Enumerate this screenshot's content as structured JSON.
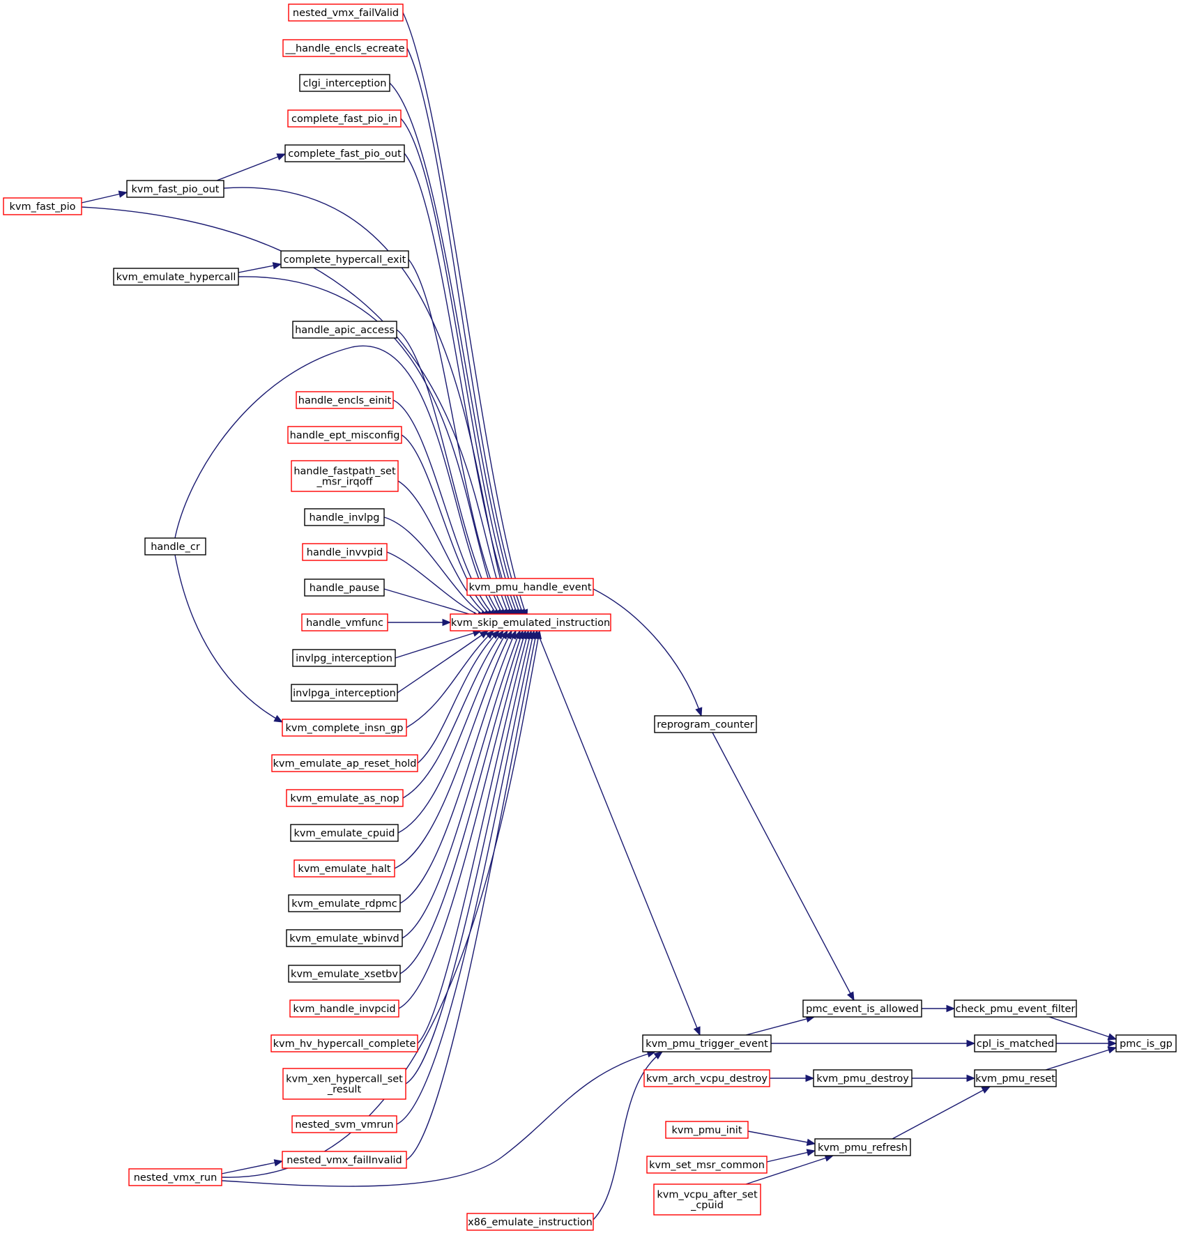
{
  "graph": {
    "title": "",
    "colors": {
      "edge": "#191970",
      "border_default": "#000000",
      "border_truncated": "#ff0000",
      "fill_focus": "#bfbfbf",
      "fill_default": "#ffffff"
    },
    "nodes": [
      {
        "id": "nested_vmx_failValid",
        "lines": [
          "nested_vmx_failValid"
        ],
        "truncated": true
      },
      {
        "id": "__handle_encls_ecreate",
        "lines": [
          "__handle_encls_ecreate"
        ],
        "truncated": true
      },
      {
        "id": "clgi_interception",
        "lines": [
          "clgi_interception"
        ],
        "truncated": false
      },
      {
        "id": "complete_fast_pio_in",
        "lines": [
          "complete_fast_pio_in"
        ],
        "truncated": true
      },
      {
        "id": "complete_fast_pio_out",
        "lines": [
          "complete_fast_pio_out"
        ],
        "truncated": false
      },
      {
        "id": "kvm_fast_pio_out",
        "lines": [
          "kvm_fast_pio_out"
        ],
        "truncated": false
      },
      {
        "id": "kvm_fast_pio",
        "lines": [
          "kvm_fast_pio"
        ],
        "truncated": true
      },
      {
        "id": "complete_hypercall_exit",
        "lines": [
          "complete_hypercall_exit"
        ],
        "truncated": false
      },
      {
        "id": "kvm_emulate_hypercall",
        "lines": [
          "kvm_emulate_hypercall"
        ],
        "truncated": false
      },
      {
        "id": "handle_apic_access",
        "lines": [
          "handle_apic_access"
        ],
        "truncated": false
      },
      {
        "id": "handle_encls_einit",
        "lines": [
          "handle_encls_einit"
        ],
        "truncated": true
      },
      {
        "id": "handle_ept_misconfig",
        "lines": [
          "handle_ept_misconfig"
        ],
        "truncated": true
      },
      {
        "id": "handle_fastpath_set_msr_irqoff",
        "lines": [
          "handle_fastpath_set",
          "_msr_irqoff"
        ],
        "truncated": true
      },
      {
        "id": "handle_invlpg",
        "lines": [
          "handle_invlpg"
        ],
        "truncated": false
      },
      {
        "id": "handle_invvpid",
        "lines": [
          "handle_invvpid"
        ],
        "truncated": true
      },
      {
        "id": "handle_pause",
        "lines": [
          "handle_pause"
        ],
        "truncated": false
      },
      {
        "id": "handle_vmfunc",
        "lines": [
          "handle_vmfunc"
        ],
        "truncated": true
      },
      {
        "id": "invlpg_interception",
        "lines": [
          "invlpg_interception"
        ],
        "truncated": false
      },
      {
        "id": "invlpga_interception",
        "lines": [
          "invlpga_interception"
        ],
        "truncated": false
      },
      {
        "id": "kvm_complete_insn_gp",
        "lines": [
          "kvm_complete_insn_gp"
        ],
        "truncated": true
      },
      {
        "id": "handle_cr",
        "lines": [
          "handle_cr"
        ],
        "truncated": false
      },
      {
        "id": "kvm_emulate_ap_reset_hold",
        "lines": [
          "kvm_emulate_ap_reset_hold"
        ],
        "truncated": true
      },
      {
        "id": "kvm_emulate_as_nop",
        "lines": [
          "kvm_emulate_as_nop"
        ],
        "truncated": true
      },
      {
        "id": "kvm_emulate_cpuid",
        "lines": [
          "kvm_emulate_cpuid"
        ],
        "truncated": false
      },
      {
        "id": "kvm_emulate_halt",
        "lines": [
          "kvm_emulate_halt"
        ],
        "truncated": true
      },
      {
        "id": "kvm_emulate_rdpmc",
        "lines": [
          "kvm_emulate_rdpmc"
        ],
        "truncated": false
      },
      {
        "id": "kvm_emulate_wbinvd",
        "lines": [
          "kvm_emulate_wbinvd"
        ],
        "truncated": false
      },
      {
        "id": "kvm_emulate_xsetbv",
        "lines": [
          "kvm_emulate_xsetbv"
        ],
        "truncated": false
      },
      {
        "id": "kvm_handle_invpcid",
        "lines": [
          "kvm_handle_invpcid"
        ],
        "truncated": true
      },
      {
        "id": "kvm_hv_hypercall_complete",
        "lines": [
          "kvm_hv_hypercall_complete"
        ],
        "truncated": true
      },
      {
        "id": "kvm_xen_hypercall_set_result",
        "lines": [
          "kvm_xen_hypercall_set",
          "_result"
        ],
        "truncated": true
      },
      {
        "id": "nested_svm_vmrun",
        "lines": [
          "nested_svm_vmrun"
        ],
        "truncated": true
      },
      {
        "id": "nested_vmx_failInvalid",
        "lines": [
          "nested_vmx_failInvalid"
        ],
        "truncated": true
      },
      {
        "id": "nested_vmx_run",
        "lines": [
          "nested_vmx_run"
        ],
        "truncated": true
      },
      {
        "id": "kvm_skip_emulated_instruction",
        "lines": [
          "kvm_skip_emulated_instruction"
        ],
        "truncated": true
      },
      {
        "id": "kvm_pmu_handle_event",
        "lines": [
          "kvm_pmu_handle_event"
        ],
        "truncated": true
      },
      {
        "id": "reprogram_counter",
        "lines": [
          "reprogram_counter"
        ],
        "truncated": false
      },
      {
        "id": "kvm_pmu_trigger_event",
        "lines": [
          "kvm_pmu_trigger_event"
        ],
        "truncated": false
      },
      {
        "id": "x86_emulate_instruction",
        "lines": [
          "x86_emulate_instruction"
        ],
        "truncated": true
      },
      {
        "id": "pmc_event_is_allowed",
        "lines": [
          "pmc_event_is_allowed"
        ],
        "truncated": false
      },
      {
        "id": "check_pmu_event_filter",
        "lines": [
          "check_pmu_event_filter"
        ],
        "truncated": false
      },
      {
        "id": "cpl_is_matched",
        "lines": [
          "cpl_is_matched"
        ],
        "truncated": false
      },
      {
        "id": "kvm_arch_vcpu_destroy",
        "lines": [
          "kvm_arch_vcpu_destroy"
        ],
        "truncated": true
      },
      {
        "id": "kvm_pmu_destroy",
        "lines": [
          "kvm_pmu_destroy"
        ],
        "truncated": false
      },
      {
        "id": "kvm_pmu_init",
        "lines": [
          "kvm_pmu_init"
        ],
        "truncated": true
      },
      {
        "id": "kvm_set_msr_common",
        "lines": [
          "kvm_set_msr_common"
        ],
        "truncated": true
      },
      {
        "id": "kvm_vcpu_after_set_cpuid",
        "lines": [
          "kvm_vcpu_after_set",
          "_cpuid"
        ],
        "truncated": true
      },
      {
        "id": "kvm_pmu_refresh",
        "lines": [
          "kvm_pmu_refresh"
        ],
        "truncated": false
      },
      {
        "id": "kvm_pmu_reset",
        "lines": [
          "kvm_pmu_reset"
        ],
        "truncated": false
      },
      {
        "id": "pmc_is_gp",
        "lines": [
          "pmc_is_gp"
        ],
        "truncated": false,
        "focus": true
      }
    ],
    "edges": [
      {
        "from": "kvm_skip_emulated_instruction",
        "to": "nested_vmx_failValid"
      },
      {
        "from": "kvm_skip_emulated_instruction",
        "to": "__handle_encls_ecreate"
      },
      {
        "from": "kvm_skip_emulated_instruction",
        "to": "clgi_interception"
      },
      {
        "from": "kvm_skip_emulated_instruction",
        "to": "complete_fast_pio_in"
      },
      {
        "from": "kvm_skip_emulated_instruction",
        "to": "complete_fast_pio_out"
      },
      {
        "from": "kvm_skip_emulated_instruction",
        "to": "kvm_fast_pio_out"
      },
      {
        "from": "kvm_skip_emulated_instruction",
        "to": "kvm_fast_pio"
      },
      {
        "from": "kvm_skip_emulated_instruction",
        "to": "complete_hypercall_exit"
      },
      {
        "from": "kvm_skip_emulated_instruction",
        "to": "kvm_emulate_hypercall"
      },
      {
        "from": "kvm_skip_emulated_instruction",
        "to": "handle_apic_access"
      },
      {
        "from": "kvm_skip_emulated_instruction",
        "to": "handle_cr"
      },
      {
        "from": "kvm_skip_emulated_instruction",
        "to": "handle_encls_einit"
      },
      {
        "from": "kvm_skip_emulated_instruction",
        "to": "handle_ept_misconfig"
      },
      {
        "from": "kvm_skip_emulated_instruction",
        "to": "handle_fastpath_set_msr_irqoff"
      },
      {
        "from": "kvm_skip_emulated_instruction",
        "to": "handle_invlpg"
      },
      {
        "from": "kvm_skip_emulated_instruction",
        "to": "handle_invvpid"
      },
      {
        "from": "kvm_skip_emulated_instruction",
        "to": "handle_pause"
      },
      {
        "from": "kvm_skip_emulated_instruction",
        "to": "handle_vmfunc"
      },
      {
        "from": "kvm_skip_emulated_instruction",
        "to": "invlpg_interception"
      },
      {
        "from": "kvm_skip_emulated_instruction",
        "to": "invlpga_interception"
      },
      {
        "from": "kvm_skip_emulated_instruction",
        "to": "kvm_complete_insn_gp"
      },
      {
        "from": "kvm_skip_emulated_instruction",
        "to": "kvm_emulate_ap_reset_hold"
      },
      {
        "from": "kvm_skip_emulated_instruction",
        "to": "kvm_emulate_as_nop"
      },
      {
        "from": "kvm_skip_emulated_instruction",
        "to": "kvm_emulate_cpuid"
      },
      {
        "from": "kvm_skip_emulated_instruction",
        "to": "kvm_emulate_halt"
      },
      {
        "from": "kvm_skip_emulated_instruction",
        "to": "kvm_emulate_rdpmc"
      },
      {
        "from": "kvm_skip_emulated_instruction",
        "to": "kvm_emulate_wbinvd"
      },
      {
        "from": "kvm_skip_emulated_instruction",
        "to": "kvm_emulate_xsetbv"
      },
      {
        "from": "kvm_skip_emulated_instruction",
        "to": "kvm_handle_invpcid"
      },
      {
        "from": "kvm_skip_emulated_instruction",
        "to": "kvm_hv_hypercall_complete"
      },
      {
        "from": "kvm_skip_emulated_instruction",
        "to": "kvm_xen_hypercall_set_result"
      },
      {
        "from": "kvm_skip_emulated_instruction",
        "to": "nested_svm_vmrun"
      },
      {
        "from": "kvm_skip_emulated_instruction",
        "to": "nested_vmx_failInvalid"
      },
      {
        "from": "kvm_skip_emulated_instruction",
        "to": "nested_vmx_run"
      },
      {
        "from": "kvm_fast_pio_out",
        "to": "kvm_fast_pio"
      },
      {
        "from": "complete_fast_pio_out",
        "to": "kvm_fast_pio_out"
      },
      {
        "from": "complete_hypercall_exit",
        "to": "kvm_emulate_hypercall"
      },
      {
        "from": "kvm_complete_insn_gp",
        "to": "handle_cr"
      },
      {
        "from": "nested_vmx_failInvalid",
        "to": "nested_vmx_run"
      },
      {
        "from": "kvm_pmu_trigger_event",
        "to": "kvm_skip_emulated_instruction"
      },
      {
        "from": "kvm_pmu_trigger_event",
        "to": "nested_vmx_run"
      },
      {
        "from": "kvm_pmu_trigger_event",
        "to": "x86_emulate_instruction"
      },
      {
        "from": "reprogram_counter",
        "to": "kvm_pmu_handle_event"
      },
      {
        "from": "pmc_event_is_allowed",
        "to": "reprogram_counter"
      },
      {
        "from": "pmc_event_is_allowed",
        "to": "kvm_pmu_trigger_event"
      },
      {
        "from": "check_pmu_event_filter",
        "to": "pmc_event_is_allowed"
      },
      {
        "from": "cpl_is_matched",
        "to": "kvm_pmu_trigger_event"
      },
      {
        "from": "kvm_pmu_destroy",
        "to": "kvm_arch_vcpu_destroy"
      },
      {
        "from": "kvm_pmu_reset",
        "to": "kvm_pmu_destroy"
      },
      {
        "from": "kvm_pmu_refresh",
        "to": "kvm_pmu_init"
      },
      {
        "from": "kvm_pmu_refresh",
        "to": "kvm_set_msr_common"
      },
      {
        "from": "kvm_pmu_refresh",
        "to": "kvm_vcpu_after_set_cpuid"
      },
      {
        "from": "kvm_pmu_reset",
        "to": "kvm_pmu_refresh"
      },
      {
        "from": "pmc_is_gp",
        "to": "check_pmu_event_filter"
      },
      {
        "from": "pmc_is_gp",
        "to": "cpl_is_matched"
      },
      {
        "from": "pmc_is_gp",
        "to": "kvm_pmu_reset"
      }
    ]
  }
}
